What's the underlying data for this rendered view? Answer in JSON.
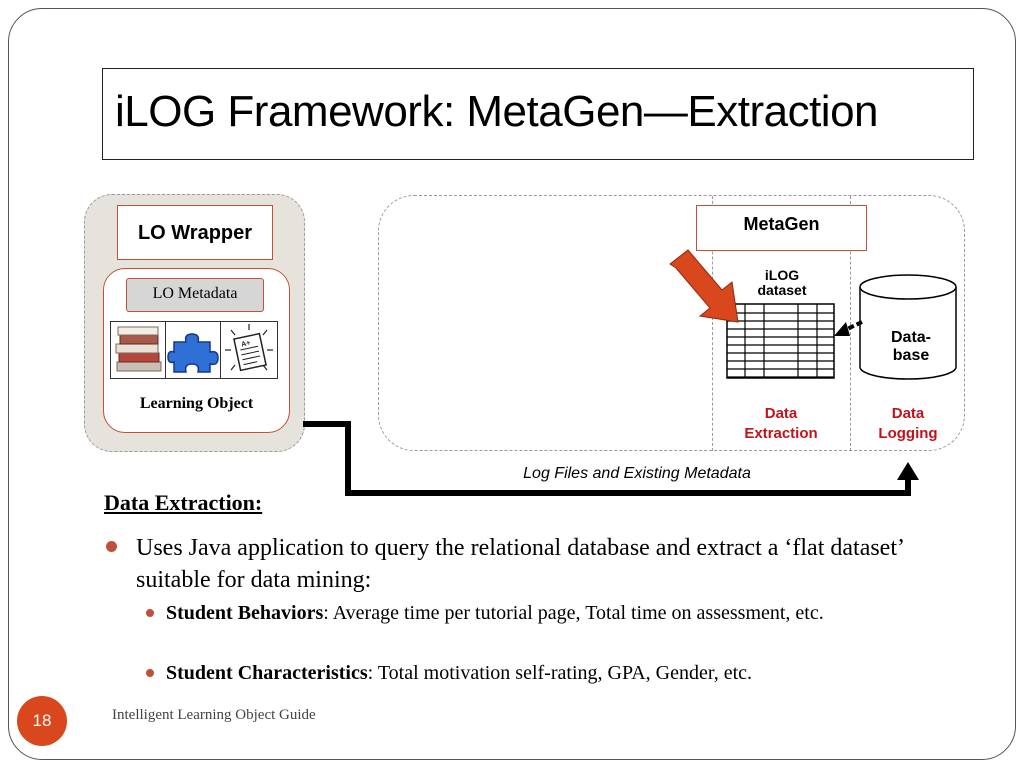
{
  "slide": {
    "title_bold": "iLOG Framework:",
    "title_rest": " MetaGen—Extraction",
    "page_number": "18",
    "footer": "Intelligent Learning Object Guide"
  },
  "diagram": {
    "lo_wrapper": "LO Wrapper",
    "lo_metadata": "LO Metadata",
    "learning_object": "Learning Object",
    "metagen": "MetaGen",
    "ilog_dataset_line1": "iLOG",
    "ilog_dataset_line2": "dataset",
    "database_line1": "Data-",
    "database_line2": "base",
    "extraction_line1": "Data",
    "extraction_line2": "Extraction",
    "logging_line1": "Data",
    "logging_line2": "Logging",
    "log_files": "Log Files and Existing Metadata",
    "icons": [
      "books-icon",
      "puzzle-piece-icon",
      "graded-paper-icon"
    ],
    "colors": {
      "accent_border": "#c0503a",
      "label_red": "#c0141c",
      "arrow_orange": "#d9481c",
      "panel_gray": "#e6e3dd"
    }
  },
  "content": {
    "heading": "Data Extraction:",
    "bullet": "Uses Java application to query the relational database and extract a ‘flat dataset’ suitable for data mining:",
    "sub_bullets": [
      {
        "bold": "Student Behaviors",
        "text": ": Average time per tutorial page, Total time on assessment, etc."
      },
      {
        "bold": "Student Characteristics",
        "text": ": Total motivation self-rating, GPA, Gender, etc."
      }
    ]
  }
}
